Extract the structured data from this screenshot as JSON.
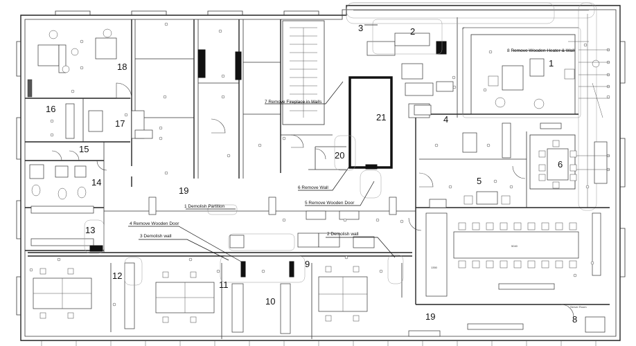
{
  "rooms": [
    {
      "id": "1",
      "label": "1"
    },
    {
      "id": "2",
      "label": "2"
    },
    {
      "id": "3",
      "label": "3"
    },
    {
      "id": "4",
      "label": "4"
    },
    {
      "id": "5",
      "label": "5"
    },
    {
      "id": "6",
      "label": "6"
    },
    {
      "id": "8",
      "label": "8"
    },
    {
      "id": "9",
      "label": "9"
    },
    {
      "id": "10",
      "label": "10"
    },
    {
      "id": "11",
      "label": "11"
    },
    {
      "id": "12",
      "label": "12"
    },
    {
      "id": "13",
      "label": "13"
    },
    {
      "id": "14",
      "label": "14"
    },
    {
      "id": "15",
      "label": "15"
    },
    {
      "id": "16",
      "label": "16"
    },
    {
      "id": "17",
      "label": "17"
    },
    {
      "id": "18",
      "label": "18"
    },
    {
      "id": "19a",
      "label": "19"
    },
    {
      "id": "19b",
      "label": "19"
    },
    {
      "id": "20",
      "label": "20"
    },
    {
      "id": "21",
      "label": "21"
    }
  ],
  "notes": [
    {
      "id": "n1",
      "text": "1 Demolish Partition"
    },
    {
      "id": "n2",
      "text": "2 Demolish wall"
    },
    {
      "id": "n3",
      "text": "3 Demolish wall"
    },
    {
      "id": "n4",
      "text": "4 Remove Wooden Door"
    },
    {
      "id": "n5",
      "text": "5 Remove Wooden Door"
    },
    {
      "id": "n6",
      "text": "6  Remove Wall"
    },
    {
      "id": "n7",
      "text": "7 Remove Fireplace in Walls"
    },
    {
      "id": "n8",
      "text": "8 Remove Wooden Heater & Wall"
    }
  ],
  "small_labels": {
    "server_room": "Server Room",
    "table_dim": "5040",
    "cab_dim": "1350"
  }
}
